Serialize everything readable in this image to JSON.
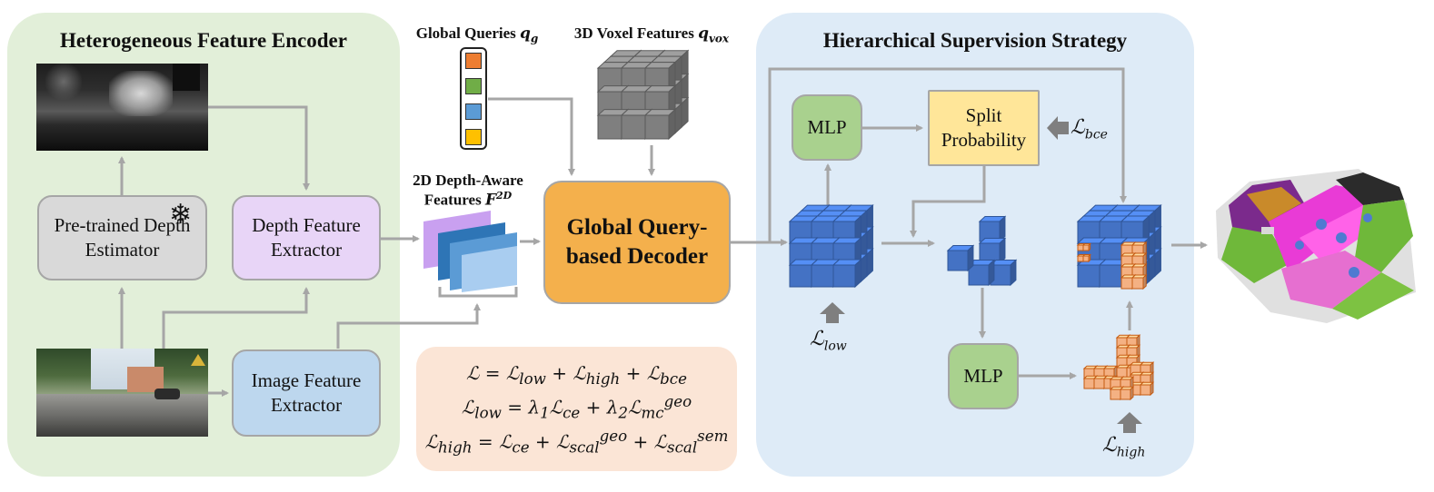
{
  "encoder": {
    "title": "Heterogeneous Feature Encoder",
    "depth_estimator": "Pre-trained Depth Estimator",
    "depth_extractor": "Depth Feature Extractor",
    "image_extractor": "Image Feature Extractor",
    "snowflake": "❄"
  },
  "middle": {
    "global_queries": "Global Queries",
    "global_queries_sym": "q",
    "global_queries_sub": "g",
    "voxel_features": "3D Voxel Features",
    "voxel_sym": "q",
    "voxel_sub": "vox",
    "depth_aware_line1": "2D Depth-Aware",
    "depth_aware_line2": "Features",
    "depth_aware_sym": "F",
    "depth_aware_sup": "2D",
    "decoder": "Global Query-based Decoder",
    "query_colors": [
      "#ed7d31",
      "#70ad47",
      "#5b9bd5",
      "#ffc000"
    ]
  },
  "formulas": {
    "line1": "ℒ = ℒlow + ℒhigh + ℒbce",
    "line2": "ℒlow = λ1ℒce + λ2ℒmc geo",
    "line3": "ℒhigh = ℒce + ℒscal geo + ℒscal sem"
  },
  "supervision": {
    "title": "Hierarchical Supervision Strategy",
    "mlp_top": "MLP",
    "mlp_bottom": "MLP",
    "split_probability": "Split Probability",
    "loss_bce": "ℒbce",
    "loss_low": "ℒlow",
    "loss_high": "ℒhigh"
  },
  "colors": {
    "encoder_bg": "#e2efd9",
    "supervision_bg": "#deebf7",
    "formula_bg": "#fbe5d6",
    "decoder": "#f4b04c",
    "mlp": "#a9d18e",
    "split": "#ffe699",
    "depth_est": "#d9d9d9",
    "depth_ext": "#e8d5f7",
    "image_ext": "#bdd7ee",
    "cube_blue": "#4472c4",
    "cube_orange": "#f4b183",
    "arrow": "#a6a6a6"
  }
}
